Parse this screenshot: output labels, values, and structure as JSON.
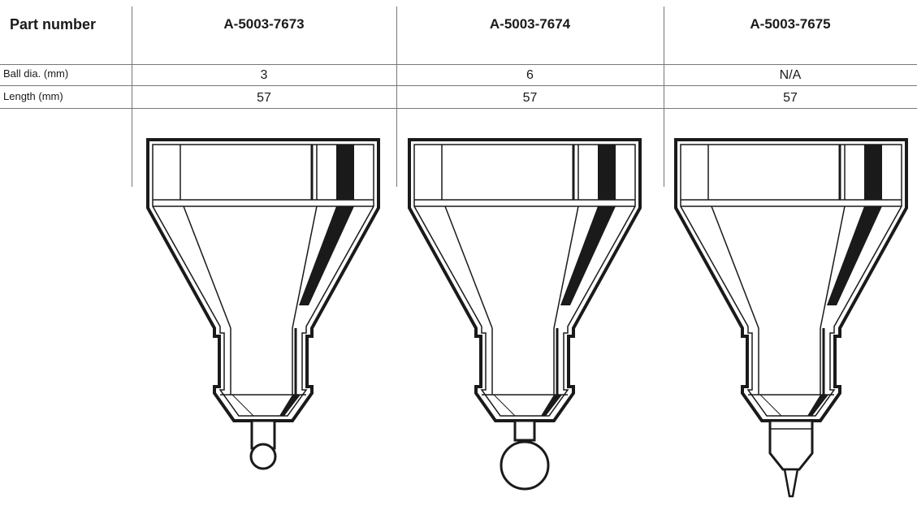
{
  "table": {
    "header_label": "Part number",
    "columns": [
      {
        "part_number": "A-5003-7673",
        "ball_dia": "3",
        "length": "57",
        "tip": "ball-small"
      },
      {
        "part_number": "A-5003-7674",
        "ball_dia": "6",
        "length": "57",
        "tip": "ball-large"
      },
      {
        "part_number": "A-5003-7675",
        "ball_dia": "N/A",
        "length": "57",
        "tip": "point"
      }
    ],
    "rows": {
      "ball_dia_label": "Ball dia. (mm)",
      "length_label": "Length (mm)"
    }
  },
  "colors": {
    "line": "#1a1a1a",
    "rule": "#777777"
  }
}
